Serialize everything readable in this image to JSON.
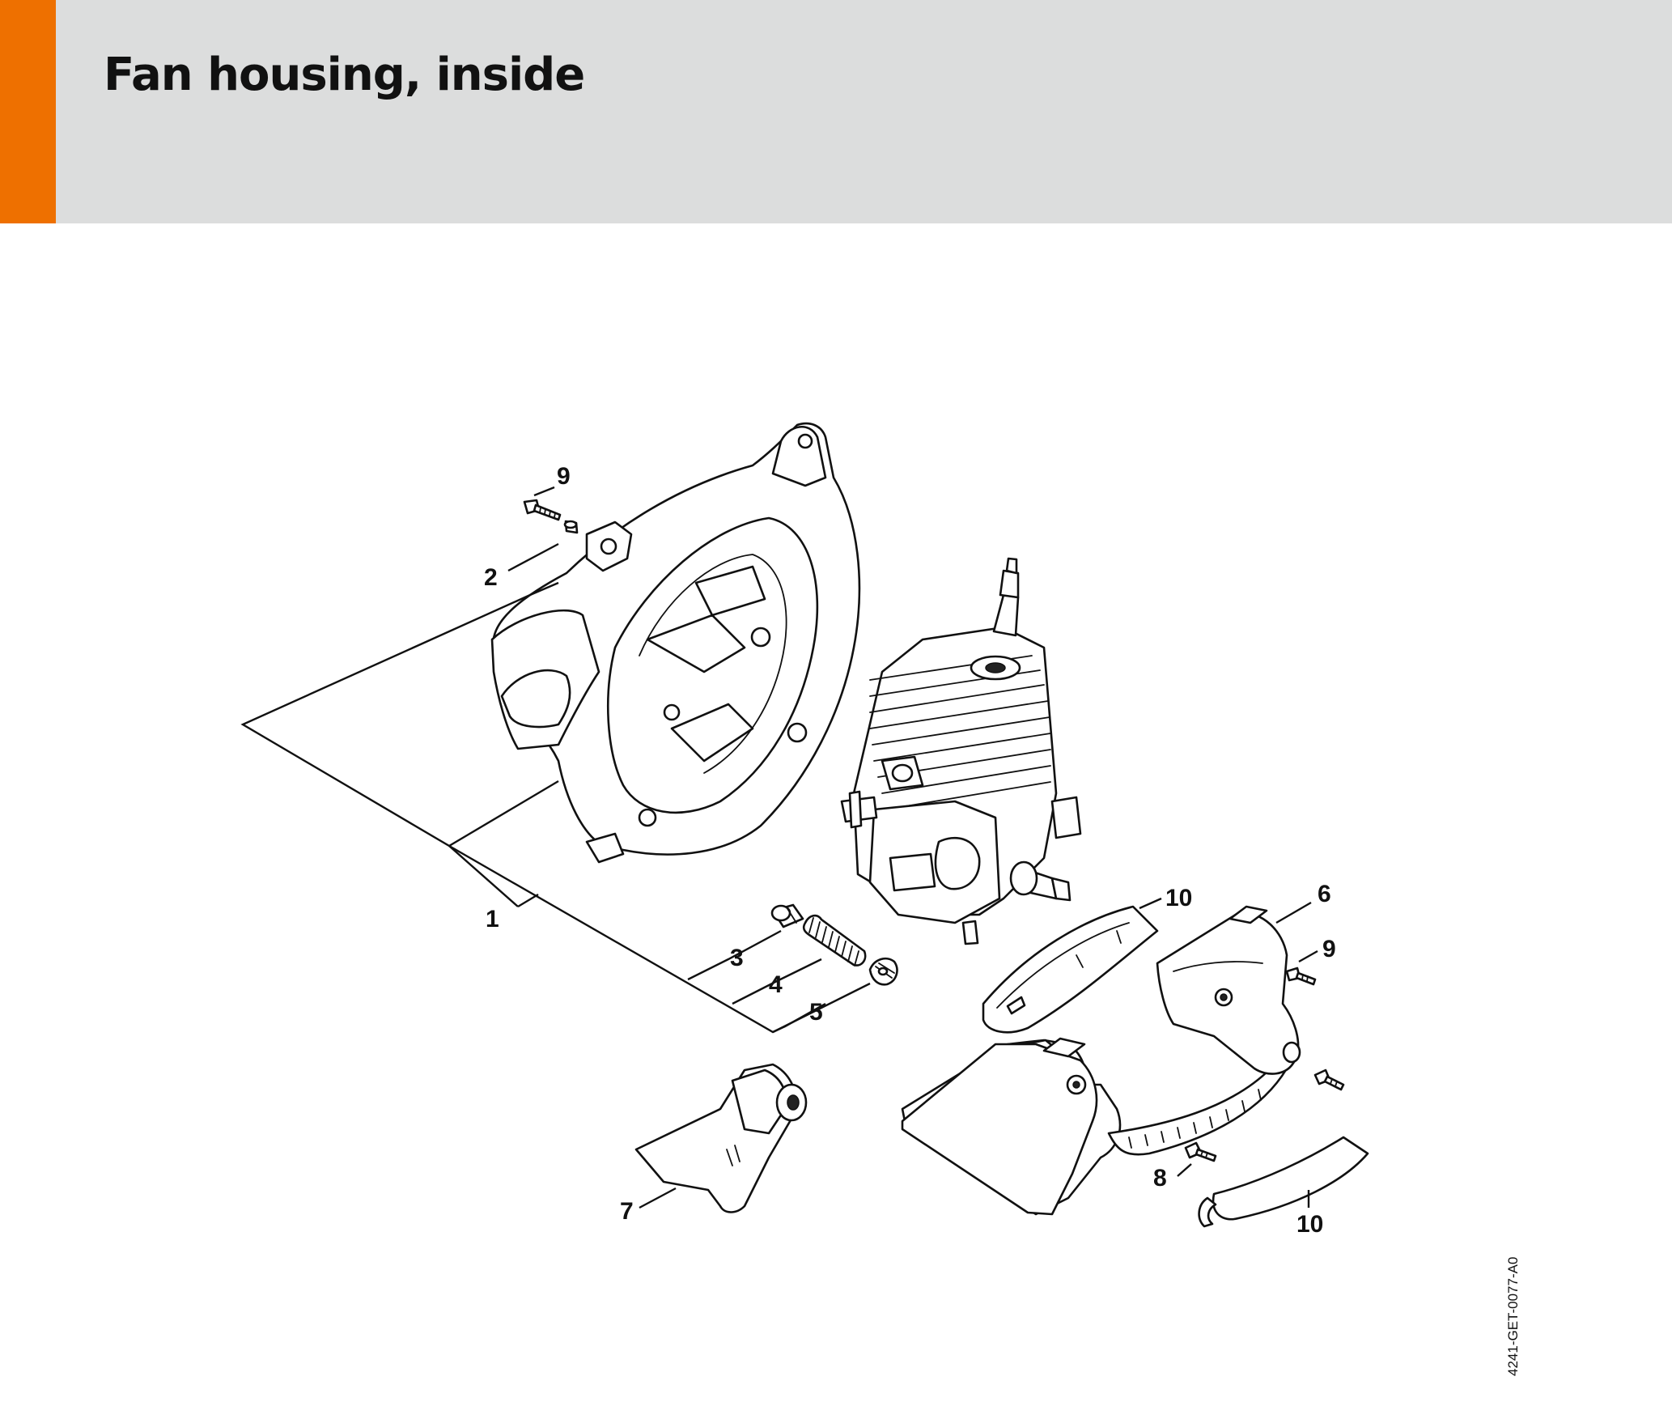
{
  "header": {
    "title": "Fan housing, inside",
    "accent_color": "#ee7000",
    "background_color": "#dcdddd"
  },
  "diagram": {
    "callouts": [
      {
        "label": "9"
      },
      {
        "label": "2"
      },
      {
        "label": "1"
      },
      {
        "label": "3"
      },
      {
        "label": "4"
      },
      {
        "label": "5"
      },
      {
        "label": "7"
      },
      {
        "label": "10"
      },
      {
        "label": "6"
      },
      {
        "label": "9"
      },
      {
        "label": "8"
      },
      {
        "label": "10"
      }
    ],
    "document_id": "4241-GET-0077-A0"
  }
}
